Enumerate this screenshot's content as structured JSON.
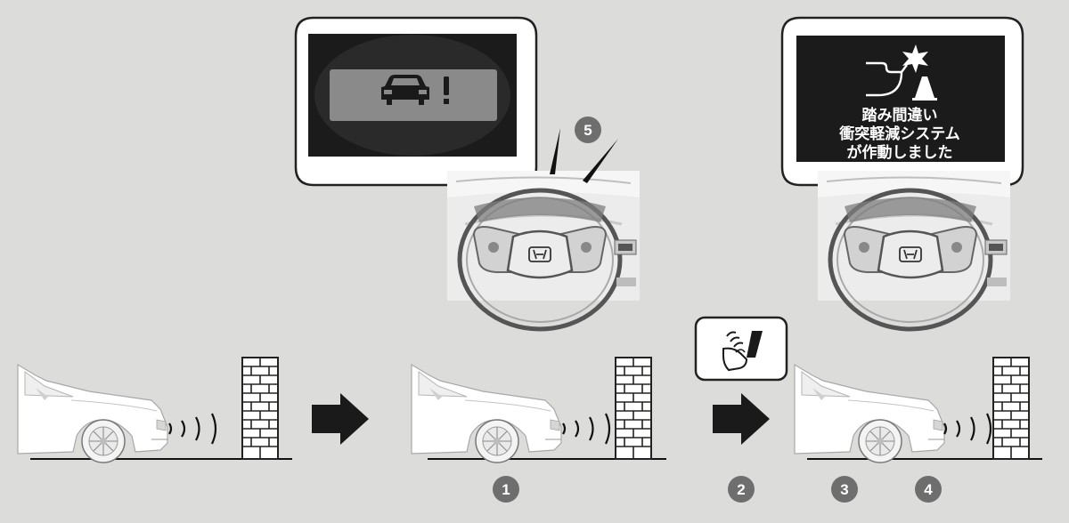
{
  "left_display": {
    "icons": [
      "car-front-icon",
      "exclamation-icon"
    ]
  },
  "right_display": {
    "icons": [
      "foot-pedal-icon",
      "collision-star-icon",
      "cone-icon"
    ],
    "message_lines": [
      "踏み間違い",
      "衝突軽減システム",
      "が作動しました"
    ]
  },
  "pedal_callout": {
    "icon": "foot-press-pedal-icon"
  },
  "step_numbers": [
    "1",
    "2",
    "3",
    "4",
    "5"
  ],
  "colors": {
    "background": "#dcdddb",
    "badge": "#6e6e6e",
    "display": "#1b1b1b",
    "arrow": "#1a1a1a"
  }
}
